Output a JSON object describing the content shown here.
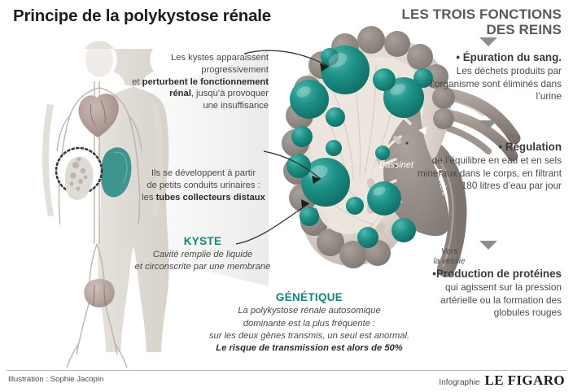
{
  "header": {
    "title": "Principe de la polykystose rénale",
    "right_title_line1": "LES TROIS FONCTIONS",
    "right_title_line2": "DES REINS"
  },
  "functions": [
    {
      "heading": "• Épuration du sang.",
      "body": "Les déchets produits par l’organisme sont éliminés dans l’urine"
    },
    {
      "heading": "• Régulation",
      "body": "de l’équilibre en eau et en sels minéraux dans le corps, en filtrant 180 litres d’eau par jour"
    },
    {
      "heading": "•Production de protéines",
      "body": "qui agissent sur la pression artérielle ou la formation des globules rouges"
    }
  ],
  "annotations": {
    "cysts_progress": {
      "line1": "Les kystes apparaissent",
      "line2": "progressivement",
      "line3_pre": "et ",
      "line3_bold": "perturbent le fonctionnement",
      "line4_bold": "rénal",
      "line4_post": ", jusqu’à provoquer",
      "line5": "une insuffisance"
    },
    "ducts": {
      "line1": "Ils se développent à partir",
      "line2": "de petits conduits urinaires :",
      "line3_pre": "les ",
      "line3_bold": "tubes collecteurs distaux"
    },
    "kyste": {
      "heading": "KYSTE",
      "line1": "Cavité remplie de liquide",
      "line2": "et circonscrite par une membrane"
    },
    "genetique": {
      "heading": "GÉNÉTIQUE",
      "line1": "La polykystose rénale autosomique",
      "line2": "dominante est la plus fréquente :",
      "line3": "sur les deux gènes transmis, un seul est anormal.",
      "line4_bold": "Le risque de transmission est alors de 50%"
    }
  },
  "diagram_labels": {
    "bassinet": "Bassinet",
    "uretere": "Uretère",
    "vers_la_vessie_l1": "Vers",
    "vers_la_vessie_l2": "la vessie"
  },
  "footer": {
    "illustration": "Illustration : Sophie Jacopin",
    "infographie_label": "Infographie",
    "brand": "LE FIGARO"
  },
  "colors": {
    "teal": "#12867d",
    "cyst_fill": "#1a8c83",
    "kidney_taupe": "#9d938d",
    "kidney_pale": "#e2dcd6",
    "body_silhouette": "#ded9d2",
    "text_gray": "#4a4a48",
    "arrow_gray": "#8d8d8a"
  }
}
